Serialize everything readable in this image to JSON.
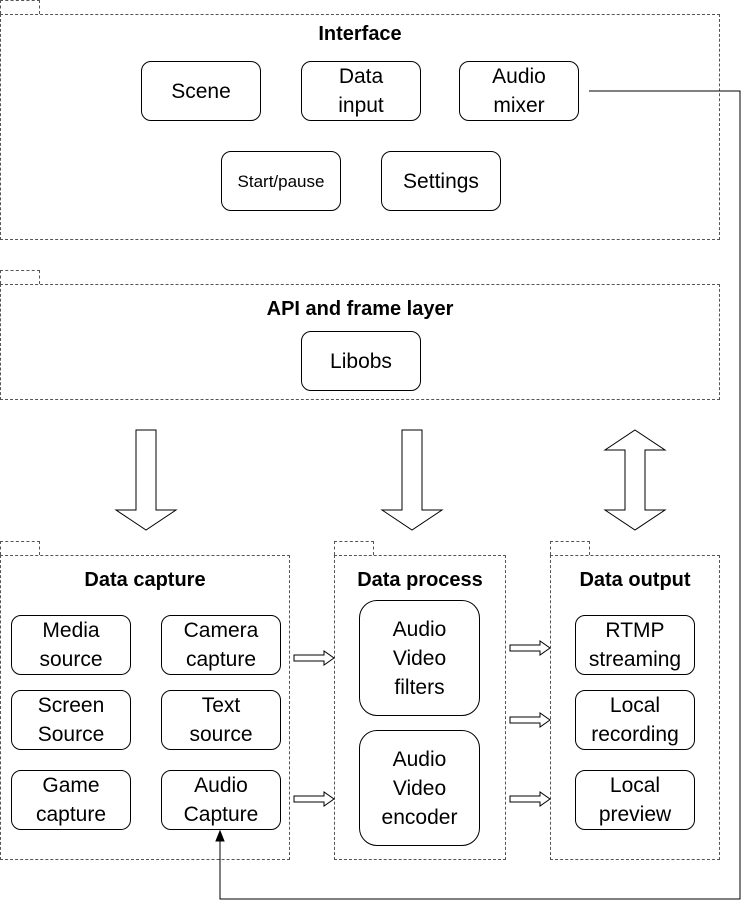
{
  "interface": {
    "title": "Interface",
    "scene": "Scene",
    "data_input": "Data\ninput",
    "audio_mixer": "Audio\nmixer",
    "start_pause": "Start/pause",
    "settings": "Settings"
  },
  "api_layer": {
    "title": "API and frame layer",
    "libobs": "Libobs"
  },
  "data_capture": {
    "title": "Data capture",
    "media_source": "Media\nsource",
    "camera_capture": "Camera\ncapture",
    "screen_source": "Screen\nSource",
    "text_source": "Text\nsource",
    "game_capture": "Game\ncapture",
    "audio_capture": "Audio\nCapture"
  },
  "data_process": {
    "title": "Data process",
    "filters": "Audio\nVideo\nfilters",
    "encoder": "Audio\nVideo\nencoder"
  },
  "data_output": {
    "title": "Data output",
    "rtmp": "RTMP\nstreaming",
    "recording": "Local\nrecording",
    "preview": "Local\npreview"
  }
}
